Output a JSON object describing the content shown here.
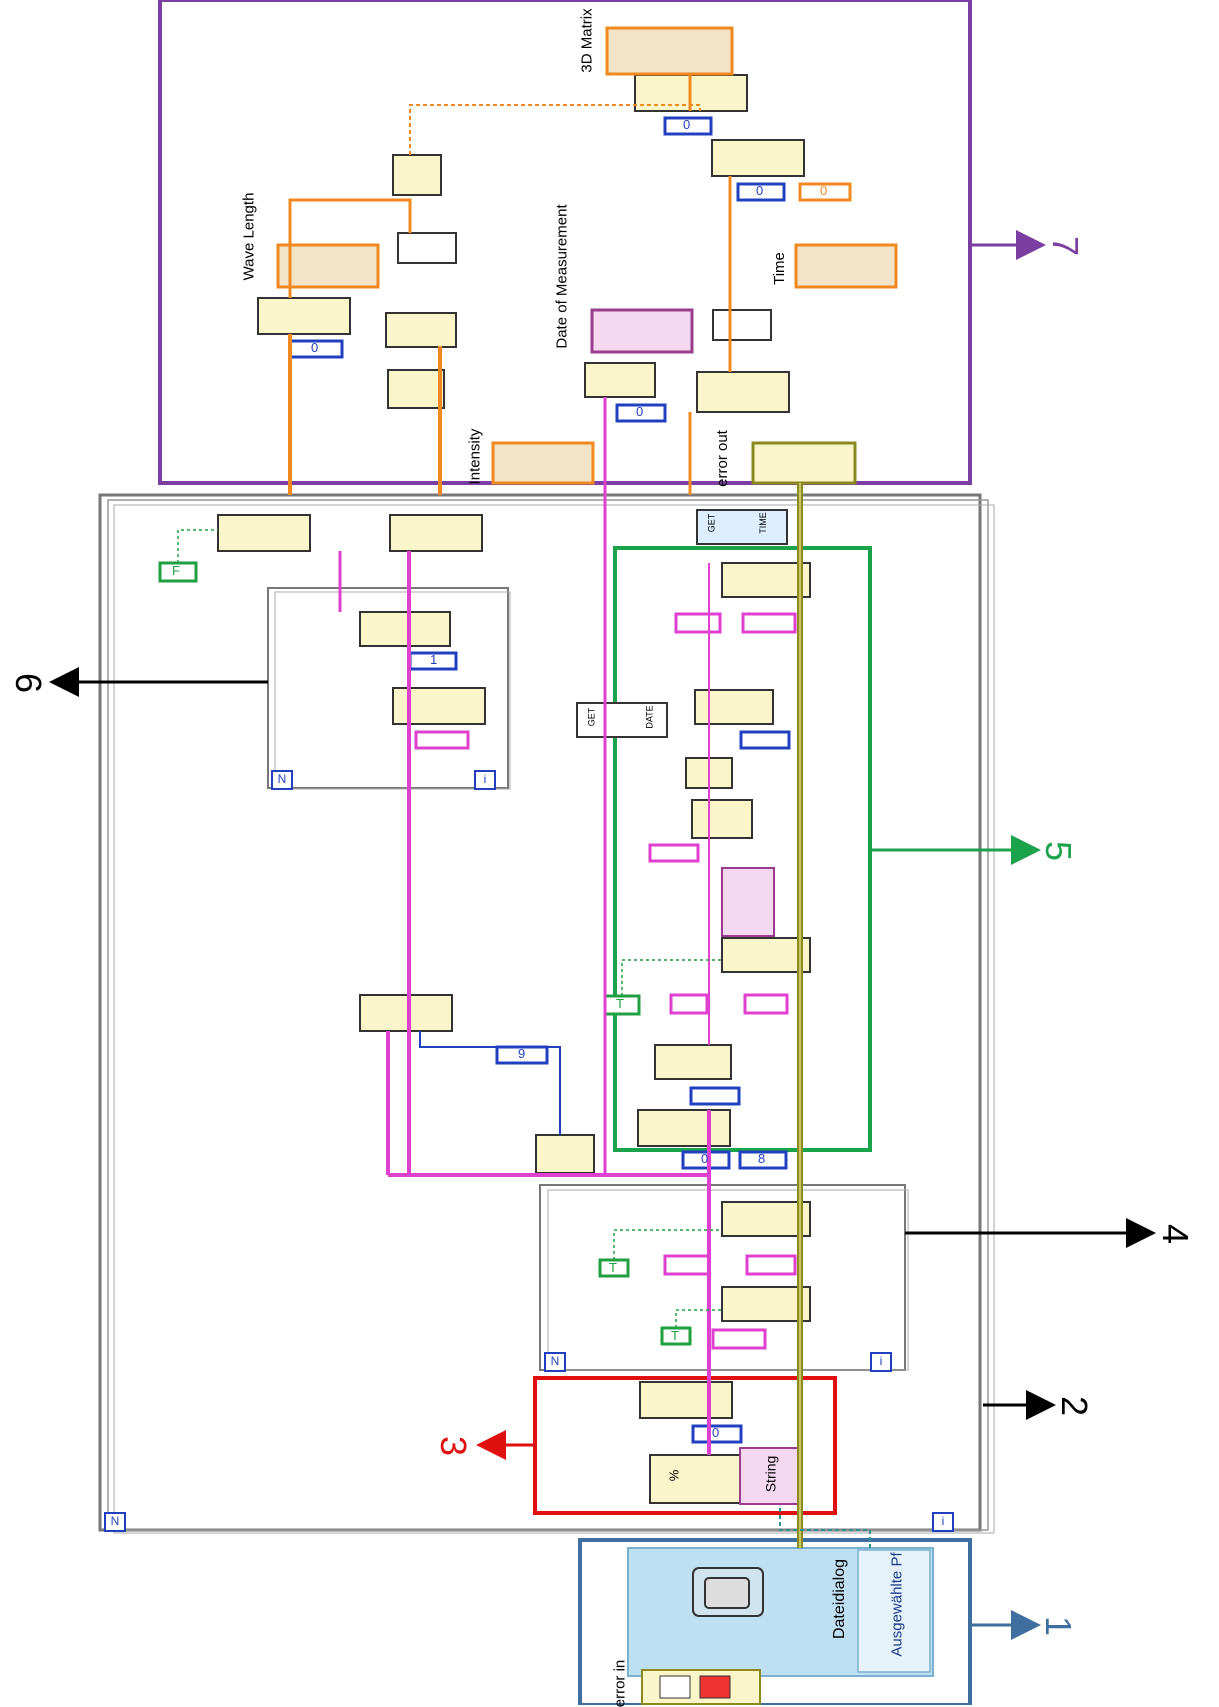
{
  "labels": {
    "wave_length": "Wave Length",
    "matrix_3d": "3D Matrix",
    "date_of_measurement": "Date of Measurement",
    "time": "Time",
    "intensity": "Intensity",
    "error_out": "error out",
    "error_in": "error in",
    "dateidialog": "Dateidialog",
    "ausgewahlte_pf": "Ausgewählte Pf",
    "string_dd": "String",
    "get_date_top": "GET",
    "get_date_bottom": "DATE",
    "get_time_top": "GET",
    "get_time_bottom": "TIME",
    "const_0": "0",
    "const_1": "1",
    "const_9": "9",
    "const_8": "8",
    "const_F": "F",
    "const_T": "T",
    "loop_N": "N",
    "loop_i": "i",
    "fmt_code": "%"
  },
  "callouts": {
    "c1": "1",
    "c2": "2",
    "c3": "3",
    "c4": "4",
    "c5": "5",
    "c6": "6",
    "c7": "7"
  },
  "colors": {
    "c1": "#3f6f9f",
    "c2": "#000000",
    "c3": "#e01010",
    "c4": "#000000",
    "c5": "#1aa34a",
    "c6": "#000000",
    "c7": "#7a3fa0",
    "wire_string": "#e040d0",
    "wire_numeric": "#f08a20",
    "wire_error": "#8a8a20",
    "wire_int": "#2040c0",
    "wire_bool": "#20a040"
  }
}
